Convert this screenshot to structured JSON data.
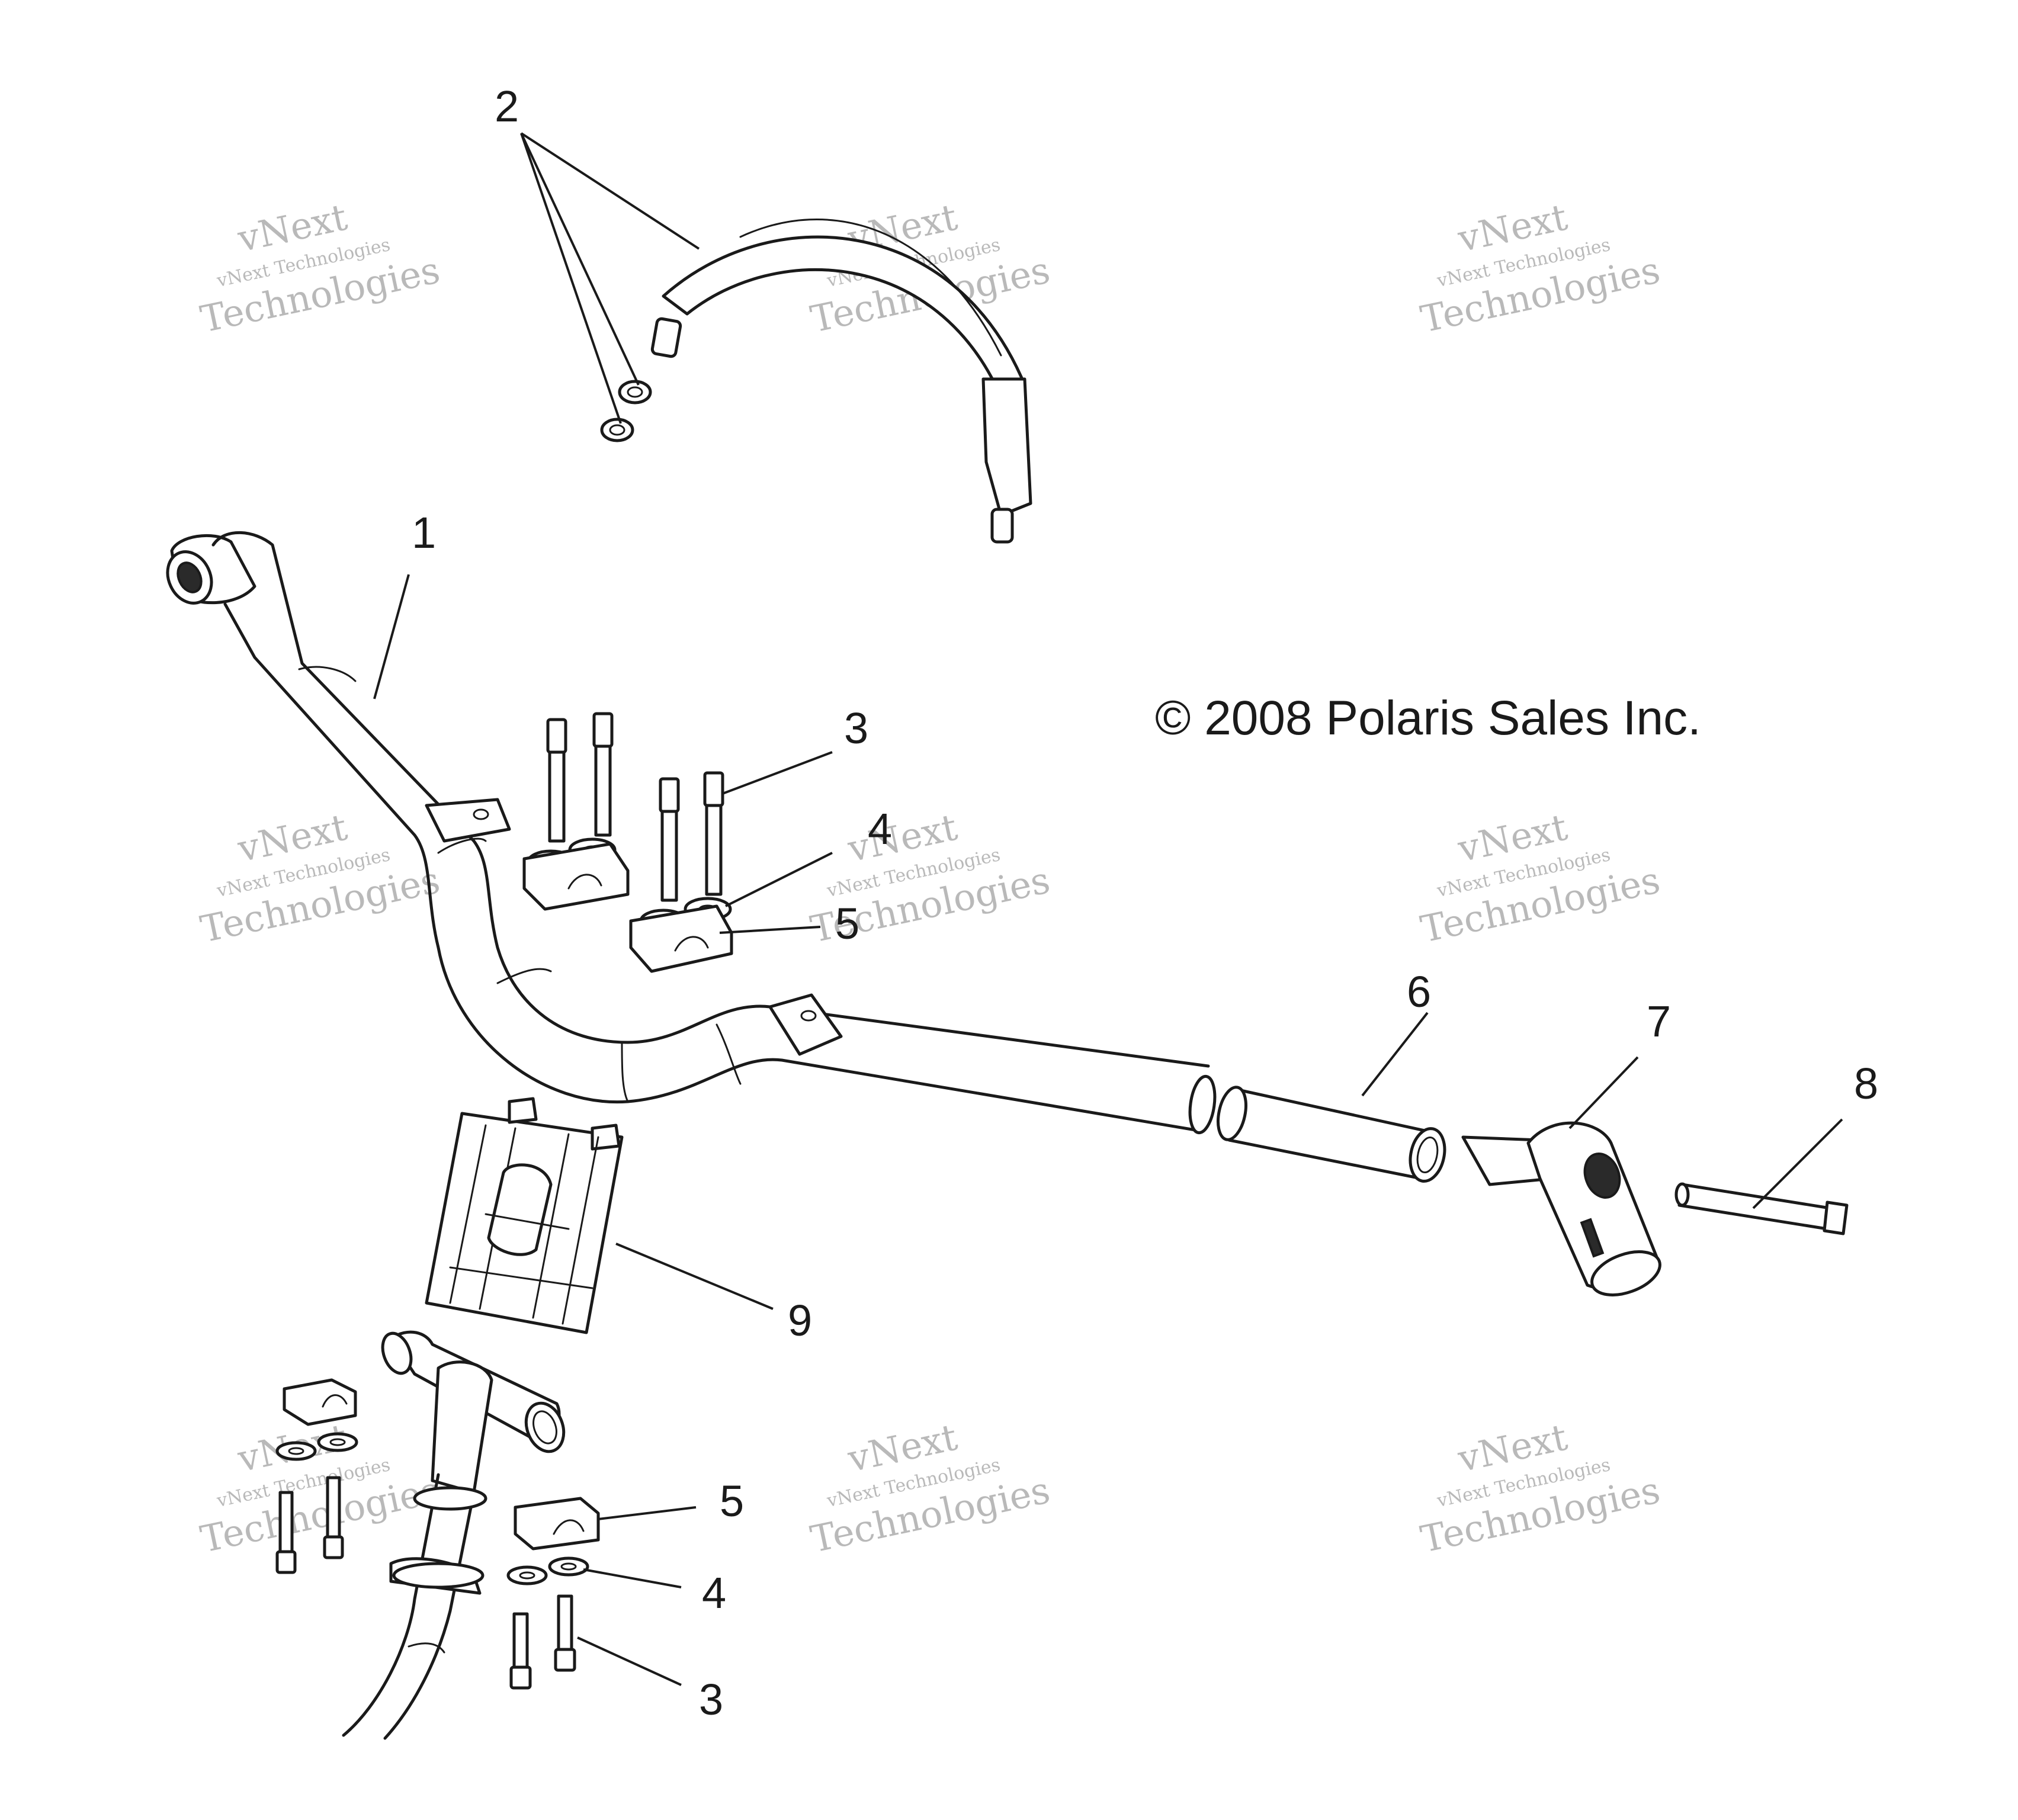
{
  "copyright": "© 2008 Polaris Sales Inc.",
  "watermark": {
    "line_top": "vNext",
    "line_middle": "vNext Technologies",
    "line_bottom": "Technologies"
  },
  "callouts": {
    "c1": "1",
    "c2": "2",
    "c3a": "3",
    "c4a": "4",
    "c5a": "5",
    "c6": "6",
    "c7": "7",
    "c8": "8",
    "c9": "9",
    "c5b": "5",
    "c4b": "4",
    "c3b": "3"
  }
}
